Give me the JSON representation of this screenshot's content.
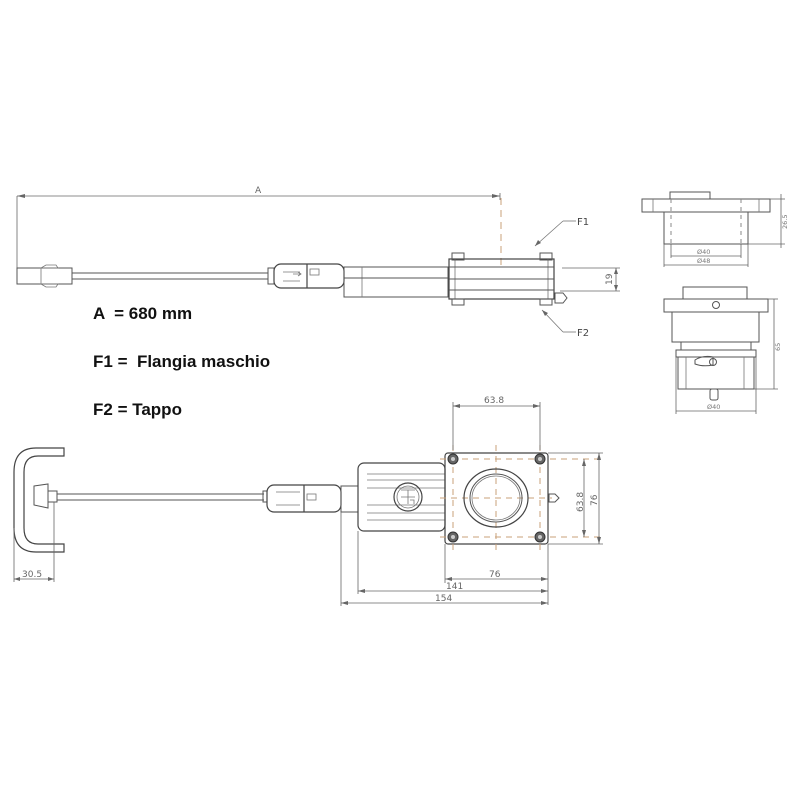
{
  "legend": {
    "items": [
      {
        "key": "A",
        "separator": "  = ",
        "value": "680 mm"
      },
      {
        "key": "F1",
        "separator": " =  ",
        "value": "Flangia maschio"
      },
      {
        "key": "F2",
        "separator": " = ",
        "value": "Tappo"
      }
    ]
  },
  "callouts": {
    "a_label": "A",
    "f1_label": "F1",
    "f2_label": "F2"
  },
  "side_view": {
    "height_dim": "19"
  },
  "top_view": {
    "bolt_spacing_top": "63.8",
    "bolt_spacing_side": "63.8",
    "flange_height": "76",
    "flange_width": "76",
    "body_length": "141",
    "overall_length": "154",
    "handle_depth": "30.5"
  },
  "flange_detail": {
    "height": "26.5",
    "inner_diameter": "Ø40",
    "outer_diameter": "Ø48"
  },
  "plug_detail": {
    "height": "65",
    "diameter": "Ø40"
  },
  "colors": {
    "line": "#555555",
    "center_line": "#c9a07a",
    "text": "#111111"
  }
}
